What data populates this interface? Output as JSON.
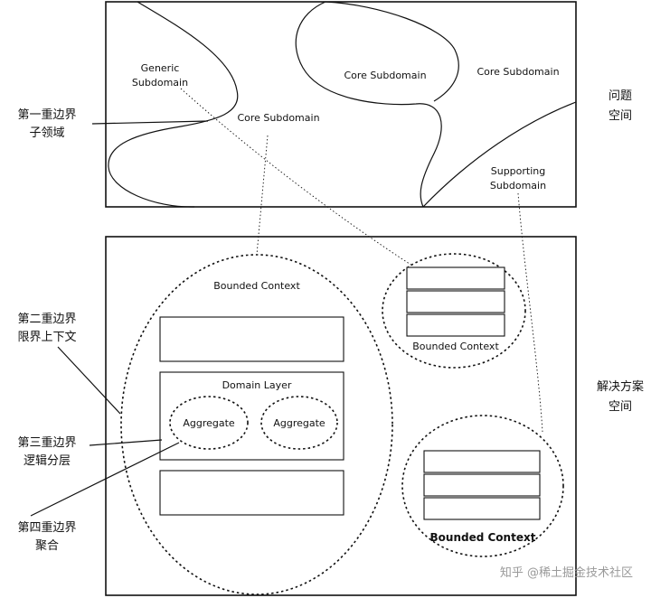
{
  "problem_space": {
    "subdomains": {
      "generic_l1": "Generic",
      "generic_l2": "Subdomain",
      "core_left": "Core Subdomain",
      "core_middle": "Core Subdomain",
      "core_right": "Core Subdomain",
      "supporting_l1": "Supporting",
      "supporting_l2": "Subdomain"
    },
    "label_l1": "问题",
    "label_l2": "空间"
  },
  "solution_space": {
    "label_l1": "解决方案",
    "label_l2": "空间",
    "main_context": {
      "title": "Bounded Context",
      "domain_layer": "Domain Layer",
      "aggregate_1": "Aggregate",
      "aggregate_2": "Aggregate"
    },
    "upper_right_context": "Bounded Context",
    "lower_right_context": "Bounded Context"
  },
  "boundaries": {
    "first_l1": "第一重边界",
    "first_l2": "子领域",
    "second_l1": "第二重边界",
    "second_l2": "限界上下文",
    "third_l1": "第三重边界",
    "third_l2": "逻辑分层",
    "fourth_l1": "第四重边界",
    "fourth_l2": "聚合"
  },
  "watermark": "知乎 @稀土掘金技术社区"
}
